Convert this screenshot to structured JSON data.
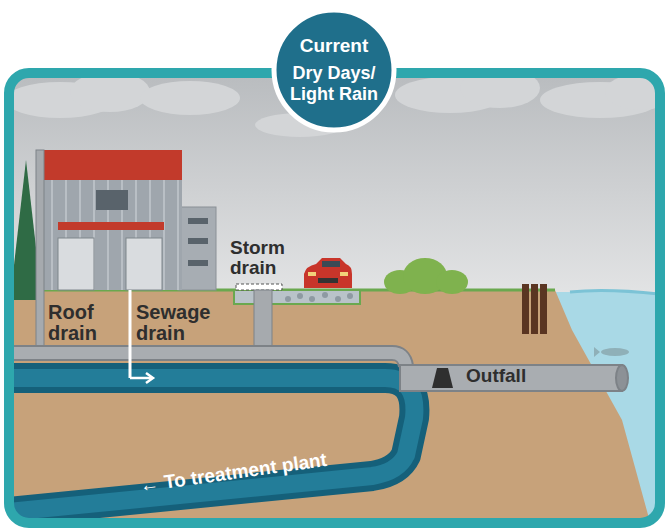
{
  "diagram": {
    "nodes": [
      {
        "text": [
          "Current",
          "Dry Days/ Light Rain"
        ]
      }
    ],
    "labels": [
      "Roof drain",
      "Sewage drain",
      "Storm drain",
      "Outfall",
      "← To treatment plant"
    ]
  }
}
